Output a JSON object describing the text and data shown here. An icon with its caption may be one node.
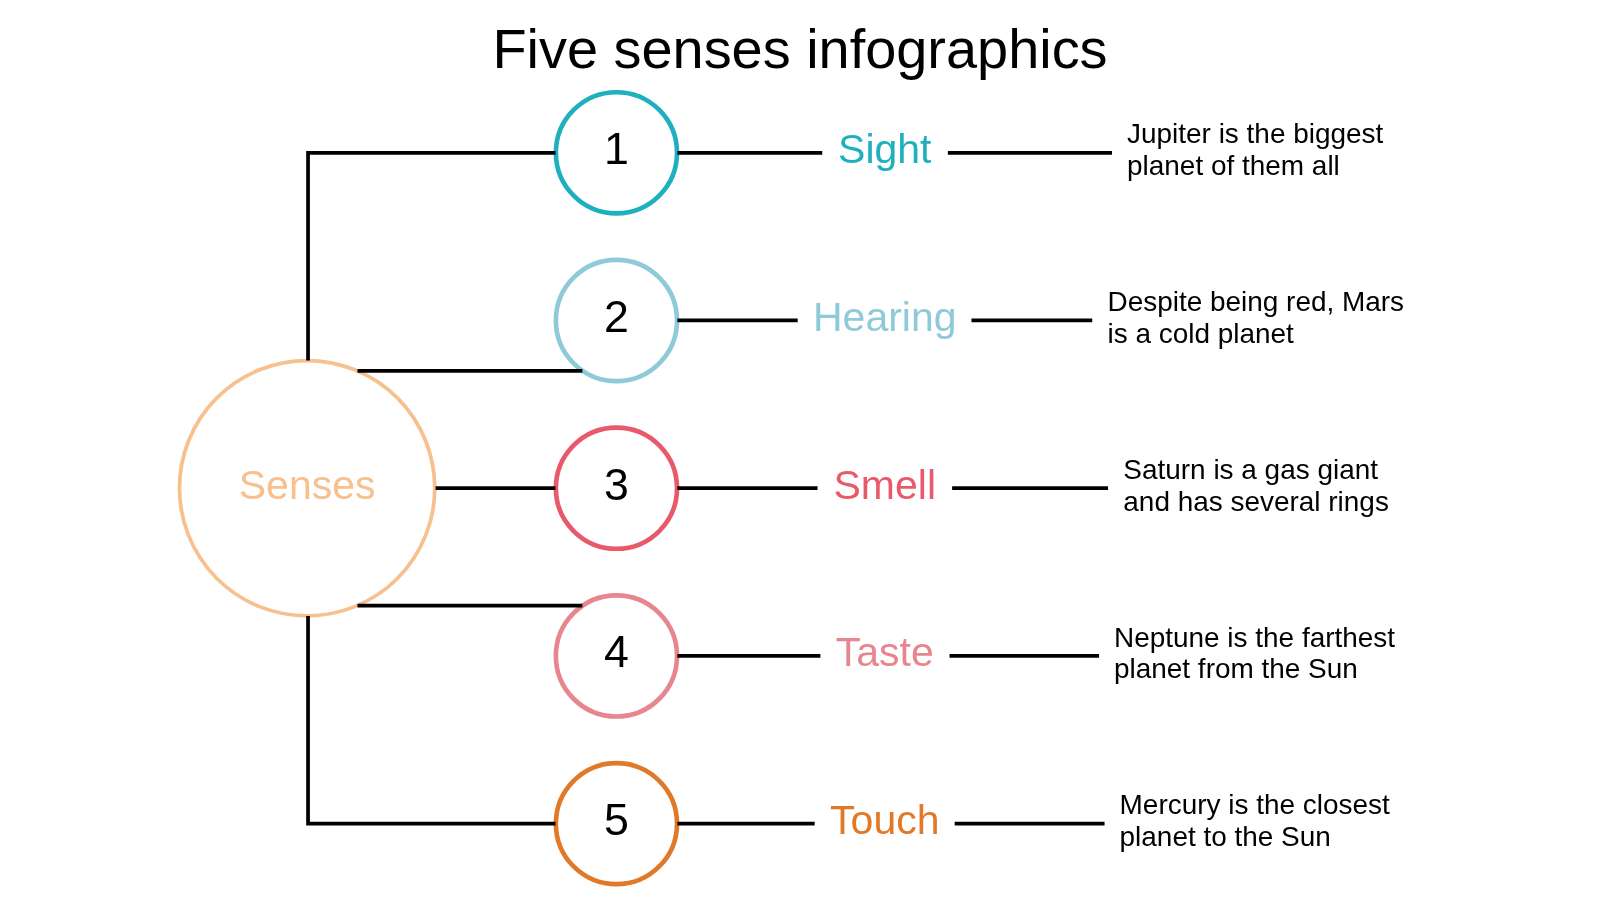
{
  "diagram": {
    "title": "Five senses infographics",
    "nodes": [
      {
        "text": [
          "Senses"
        ]
      },
      {
        "text": [
          "1"
        ]
      },
      {
        "text": [
          "2"
        ]
      },
      {
        "text": [
          "3"
        ]
      },
      {
        "text": [
          "4"
        ]
      },
      {
        "text": [
          "5"
        ]
      },
      {
        "text": [
          "Sight"
        ]
      },
      {
        "text": [
          "Hearing"
        ]
      },
      {
        "text": [
          "Smell"
        ]
      },
      {
        "text": [
          "Taste"
        ]
      },
      {
        "text": [
          "Touch"
        ]
      },
      {
        "text": [
          "Jupiter is the biggest planet of them all"
        ]
      },
      {
        "text": [
          "Despite being red, Mars is a cold planet"
        ]
      },
      {
        "text": [
          "Saturn is a gas giant and has several rings"
        ]
      },
      {
        "text": [
          "Neptune is the farthest planet from the Sun"
        ]
      },
      {
        "text": [
          "Mercury is the closest planet to the Sun"
        ]
      }
    ],
    "edges": [
      {
        "from": 0,
        "to": 1,
        "arrow": "none"
      },
      {
        "from": 0,
        "to": 2,
        "arrow": "none"
      },
      {
        "from": 0,
        "to": 3,
        "arrow": "none"
      },
      {
        "from": 0,
        "to": 4,
        "arrow": "none"
      },
      {
        "from": 0,
        "to": 5,
        "arrow": "none"
      },
      {
        "from": 1,
        "to": 6,
        "arrow": "none"
      },
      {
        "from": 2,
        "to": 7,
        "arrow": "none"
      },
      {
        "from": 3,
        "to": 8,
        "arrow": "none"
      },
      {
        "from": 4,
        "to": 9,
        "arrow": "none"
      },
      {
        "from": 5,
        "to": 10,
        "arrow": "none"
      },
      {
        "from": 6,
        "to": 11,
        "arrow": "none"
      },
      {
        "from": 7,
        "to": 12,
        "arrow": "none"
      },
      {
        "from": 8,
        "to": 13,
        "arrow": "none"
      },
      {
        "from": 9,
        "to": 14,
        "arrow": "none"
      },
      {
        "from": 10,
        "to": 15,
        "arrow": "none"
      }
    ]
  }
}
